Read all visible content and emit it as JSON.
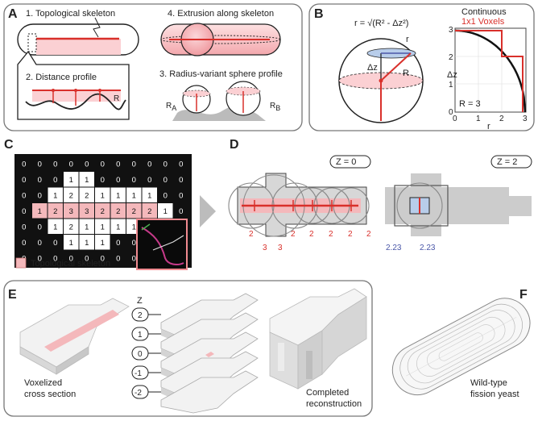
{
  "panels": {
    "A": {
      "label": "A",
      "step1": "1. Topological skeleton",
      "step2": "2. Distance profile",
      "step3": "3. Radius-variant sphere profile",
      "step4": "4. Extrusion along skeleton",
      "r_label": "R",
      "ra_label": "R",
      "ra_sub": "A",
      "rb_label": "R",
      "rb_sub": "B"
    },
    "B": {
      "label": "B",
      "formula": "r = √(R² - Δz²)",
      "dz_label": "Δz",
      "r_label": "r",
      "R_label": "R",
      "legend_continuous": "Continuous",
      "legend_voxels": "1x1 Voxels",
      "y_axis_label": "Δz",
      "x_axis_label": "r",
      "annotation": "R = 3",
      "x_ticks": [
        "0",
        "1",
        "2",
        "3"
      ],
      "y_ticks": [
        "0",
        "1",
        "2",
        "3"
      ],
      "color_continuous": "#111111",
      "color_voxels": "#d9302b"
    },
    "C": {
      "label": "C",
      "grid": [
        [
          "0",
          "0",
          "0",
          "0",
          "0",
          "0",
          "0",
          "0",
          "0",
          "0",
          "0"
        ],
        [
          "0",
          "0",
          "0",
          "1",
          "1",
          "0",
          "0",
          "0",
          "0",
          "0",
          "0"
        ],
        [
          "0",
          "0",
          "1",
          "2",
          "2",
          "1",
          "1",
          "1",
          "1",
          "0",
          "0"
        ],
        [
          "0",
          "1",
          "2",
          "3",
          "3",
          "2",
          "2",
          "2",
          "2",
          "1",
          "0"
        ],
        [
          "0",
          "0",
          "1",
          "2",
          "1",
          "1",
          "1",
          "1",
          "1",
          "0",
          "0"
        ],
        [
          "0",
          "0",
          "0",
          "1",
          "1",
          "1",
          "0",
          "0",
          "0",
          "0",
          "0"
        ],
        [
          "0",
          "0",
          "0",
          "0",
          "0",
          "0",
          "0",
          "0",
          "0",
          "0",
          "0"
        ]
      ],
      "skeleton_legend": "Topological skeleton",
      "skeleton_color": "#f4b8bb"
    },
    "D": {
      "label": "D",
      "z0_label": "Z = 0",
      "z2_label": "Z = 2",
      "values_top": [
        "2",
        "2",
        "2",
        "2",
        "2",
        "2"
      ],
      "values_bottom": [
        "3",
        "3"
      ],
      "values_z2": [
        "2.23",
        "2.23"
      ]
    },
    "E": {
      "label": "E",
      "z_label": "Z",
      "z_levels": [
        "2",
        "1",
        "0",
        "-1",
        "-2"
      ],
      "caption1_line1": "Voxelized",
      "caption1_line2": "cross section",
      "caption2_line1": "Completed",
      "caption2_line2": "reconstruction"
    },
    "F": {
      "label": "F",
      "caption_line1": "Wild-type",
      "caption_line2": "fission yeast"
    }
  }
}
